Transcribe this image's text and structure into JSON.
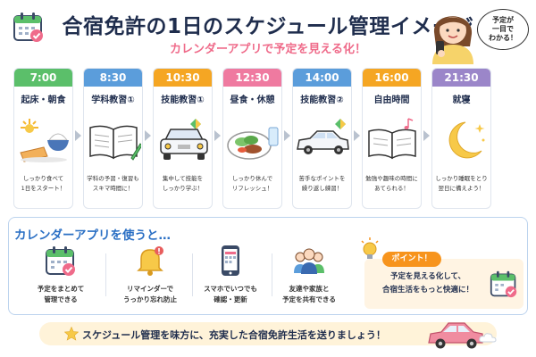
{
  "header": {
    "title": "合宿免許の1日のスケジュール管理イメージ",
    "subtitle": "カレンダーアプリで予定を見える化！",
    "bubble": [
      "予定が",
      "一目で",
      "わかる！"
    ]
  },
  "schedule": [
    {
      "time": "7:00",
      "label": "起床・朝食",
      "desc": [
        "しっかり食べて",
        "1日をスタート！"
      ],
      "color": "#5bbf6a",
      "icon": "breakfast-icon"
    },
    {
      "time": "8:30",
      "label": "学科教習①",
      "desc": [
        "学科の予習・復習も",
        "スキマ時間に！"
      ],
      "color": "#5b9ddb",
      "icon": "textbook-icon"
    },
    {
      "time": "10:30",
      "label": "技能教習①",
      "desc": [
        "集中して技能を",
        "しっかり学ぶ！"
      ],
      "color": "#f5a623",
      "icon": "car-front-icon"
    },
    {
      "time": "12:30",
      "label": "昼食・休憩",
      "desc": [
        "しっかり休んで",
        "リフレッシュ！"
      ],
      "color": "#ef7aa0",
      "icon": "lunch-plate-icon"
    },
    {
      "time": "14:00",
      "label": "技能教習②",
      "desc": [
        "苦手なポイントを",
        "繰り返し練習！"
      ],
      "color": "#5b9ddb",
      "icon": "car-side-icon"
    },
    {
      "time": "16:00",
      "label": "自由時間",
      "desc": [
        "勉強や趣味の時間に",
        "あてられる！"
      ],
      "color": "#f5a623",
      "icon": "open-book-icon"
    },
    {
      "time": "21:30",
      "label": "就寝",
      "desc": [
        "しっかり睡眠をとり",
        "翌日に備えよう！"
      ],
      "color": "#9b86c9",
      "icon": "moon-icon"
    }
  ],
  "calendar_app": {
    "heading": "カレンダーアプリを使うと…",
    "features": [
      {
        "label": [
          "予定をまとめて",
          "管理できる"
        ],
        "icon": "calendar-check-icon"
      },
      {
        "label": [
          "リマインダーで",
          "うっかり忘れ防止"
        ],
        "icon": "bell-icon"
      },
      {
        "label": [
          "スマホでいつでも",
          "確認・更新"
        ],
        "icon": "smartphone-icon"
      },
      {
        "label": [
          "友達や家族と",
          "予定を共有できる"
        ],
        "icon": "people-icon"
      }
    ],
    "point": {
      "tag": "ポイント！",
      "text": [
        "予定を見える化して、",
        "合宿生活をもっと快適に！"
      ]
    }
  },
  "footer": {
    "text": "スケジュール管理を味方に、充実した合宿免許生活を送りましょう！"
  },
  "colors": {
    "title": "#1f2d4d",
    "accent_pink": "#ef6b8a",
    "accent_blue": "#2a6fc4",
    "point_orange": "#f7941d"
  }
}
